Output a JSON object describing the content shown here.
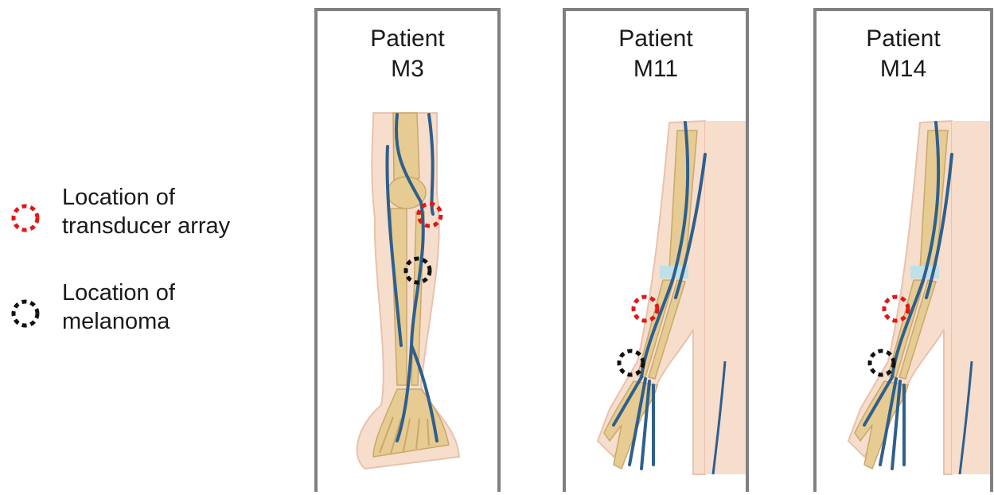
{
  "legend": {
    "items": [
      {
        "label": "Location of transducer array",
        "color": "#e01818"
      },
      {
        "label": "Location of melanoma",
        "color": "#111111"
      }
    ]
  },
  "panels": [
    {
      "title_line1": "Patient",
      "title_line2": "M3",
      "limb": "leg"
    },
    {
      "title_line1": "Patient",
      "title_line2": "M11",
      "limb": "arm"
    },
    {
      "title_line1": "Patient",
      "title_line2": "M14",
      "limb": "arm"
    }
  ],
  "colors": {
    "skin": "#f7ddcc",
    "bone": "#e6cc92",
    "vein": "#2f5f8c",
    "transducer": "#e01818",
    "melanoma": "#111111",
    "frame": "#808080"
  }
}
